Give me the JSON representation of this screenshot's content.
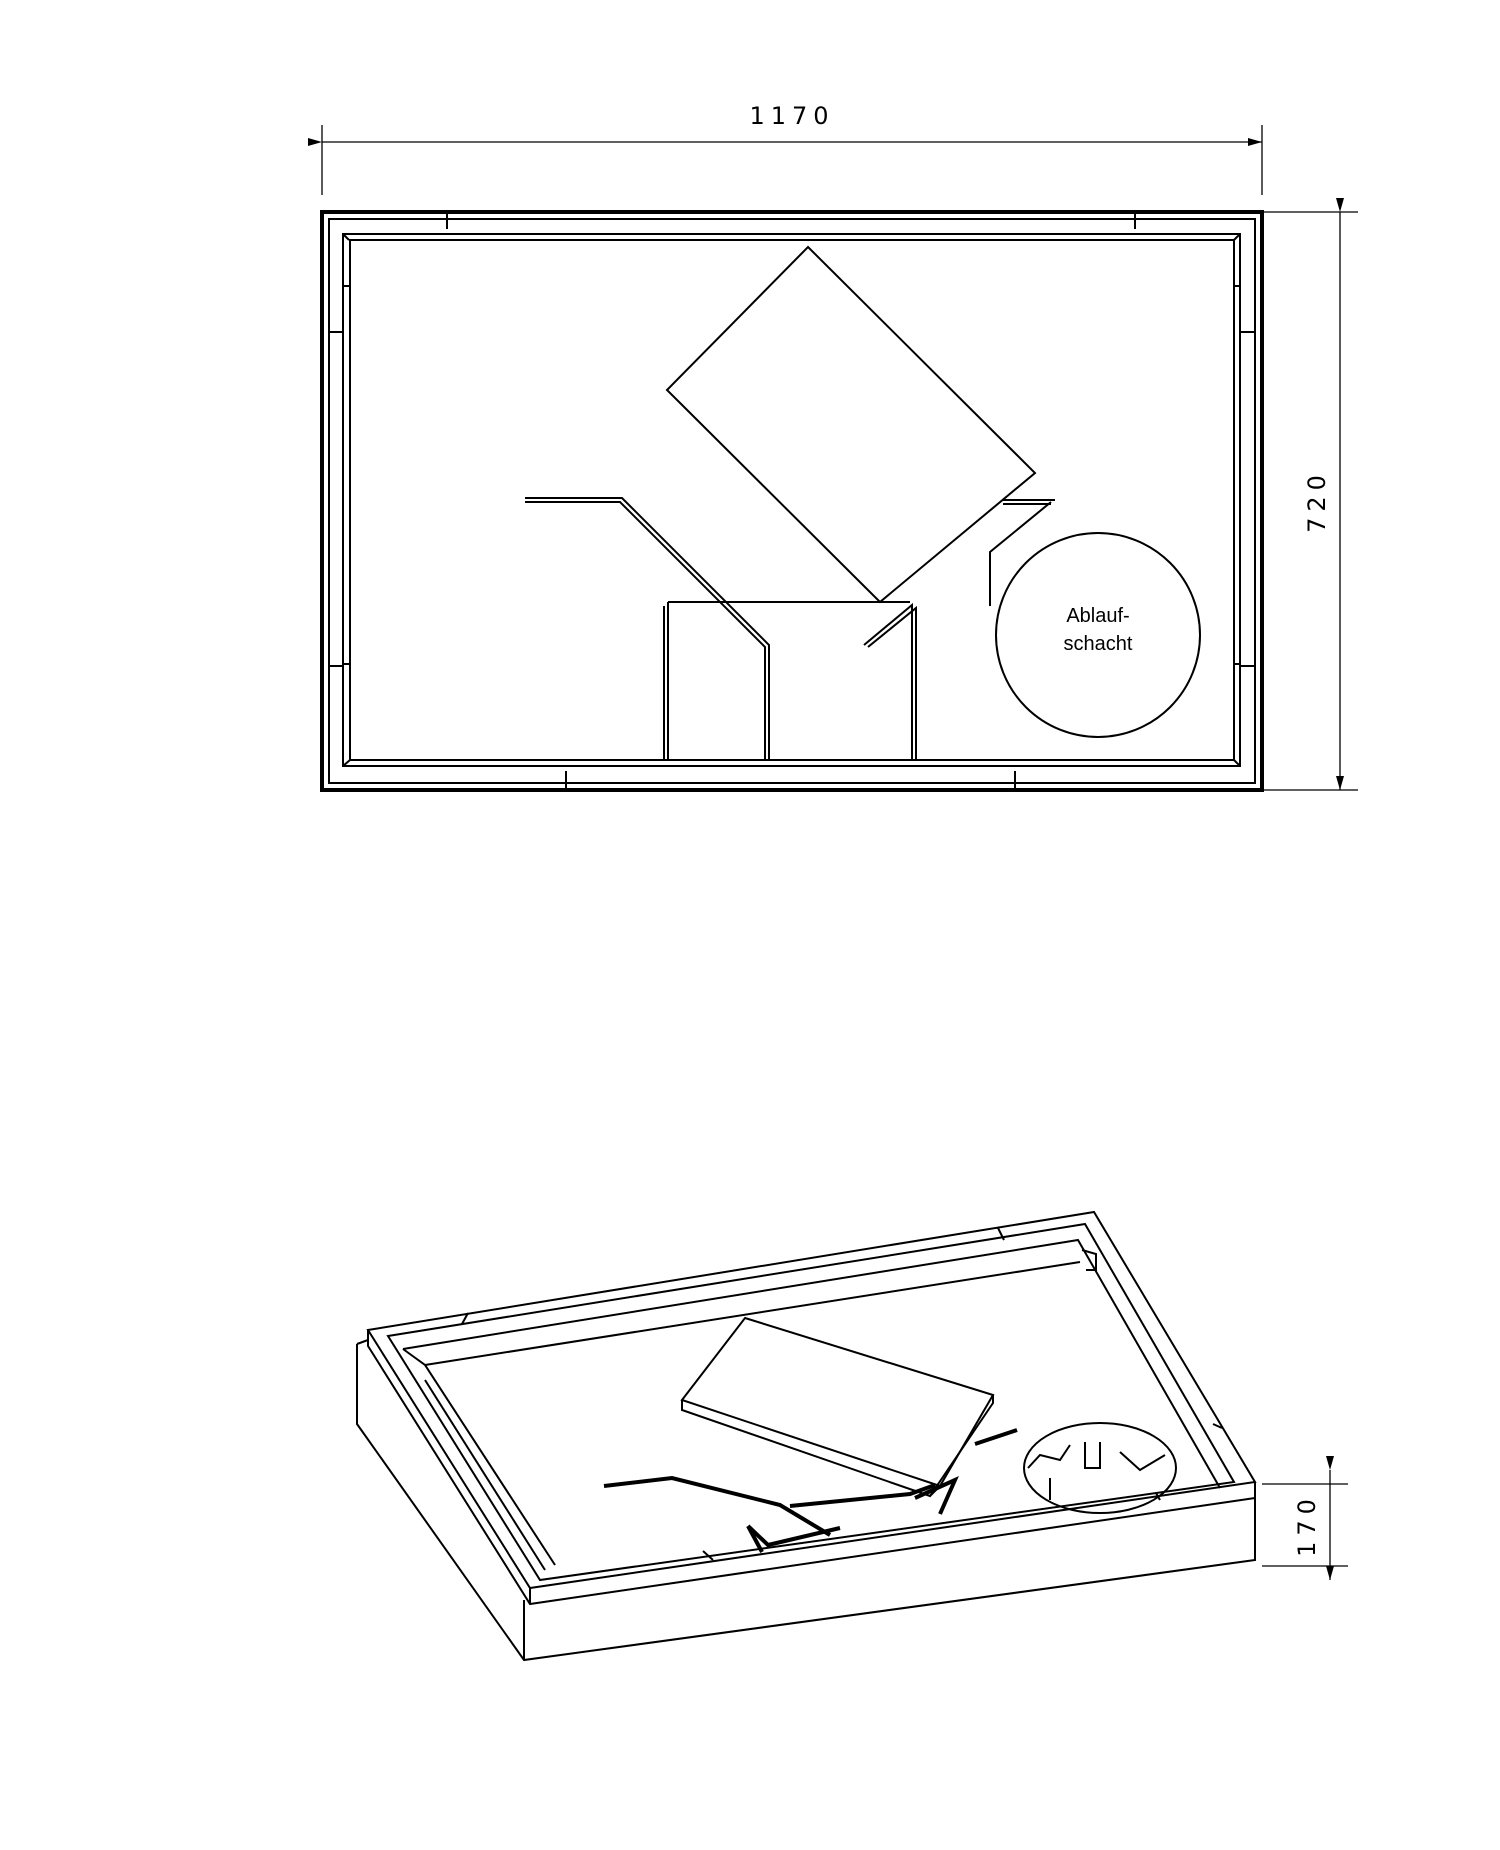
{
  "plan_view": {
    "dim_width": "1170",
    "dim_depth": "720",
    "drain_label_line1": "Ablauf-",
    "drain_label_line2": "schacht"
  },
  "iso_view": {
    "dim_height": "170"
  }
}
